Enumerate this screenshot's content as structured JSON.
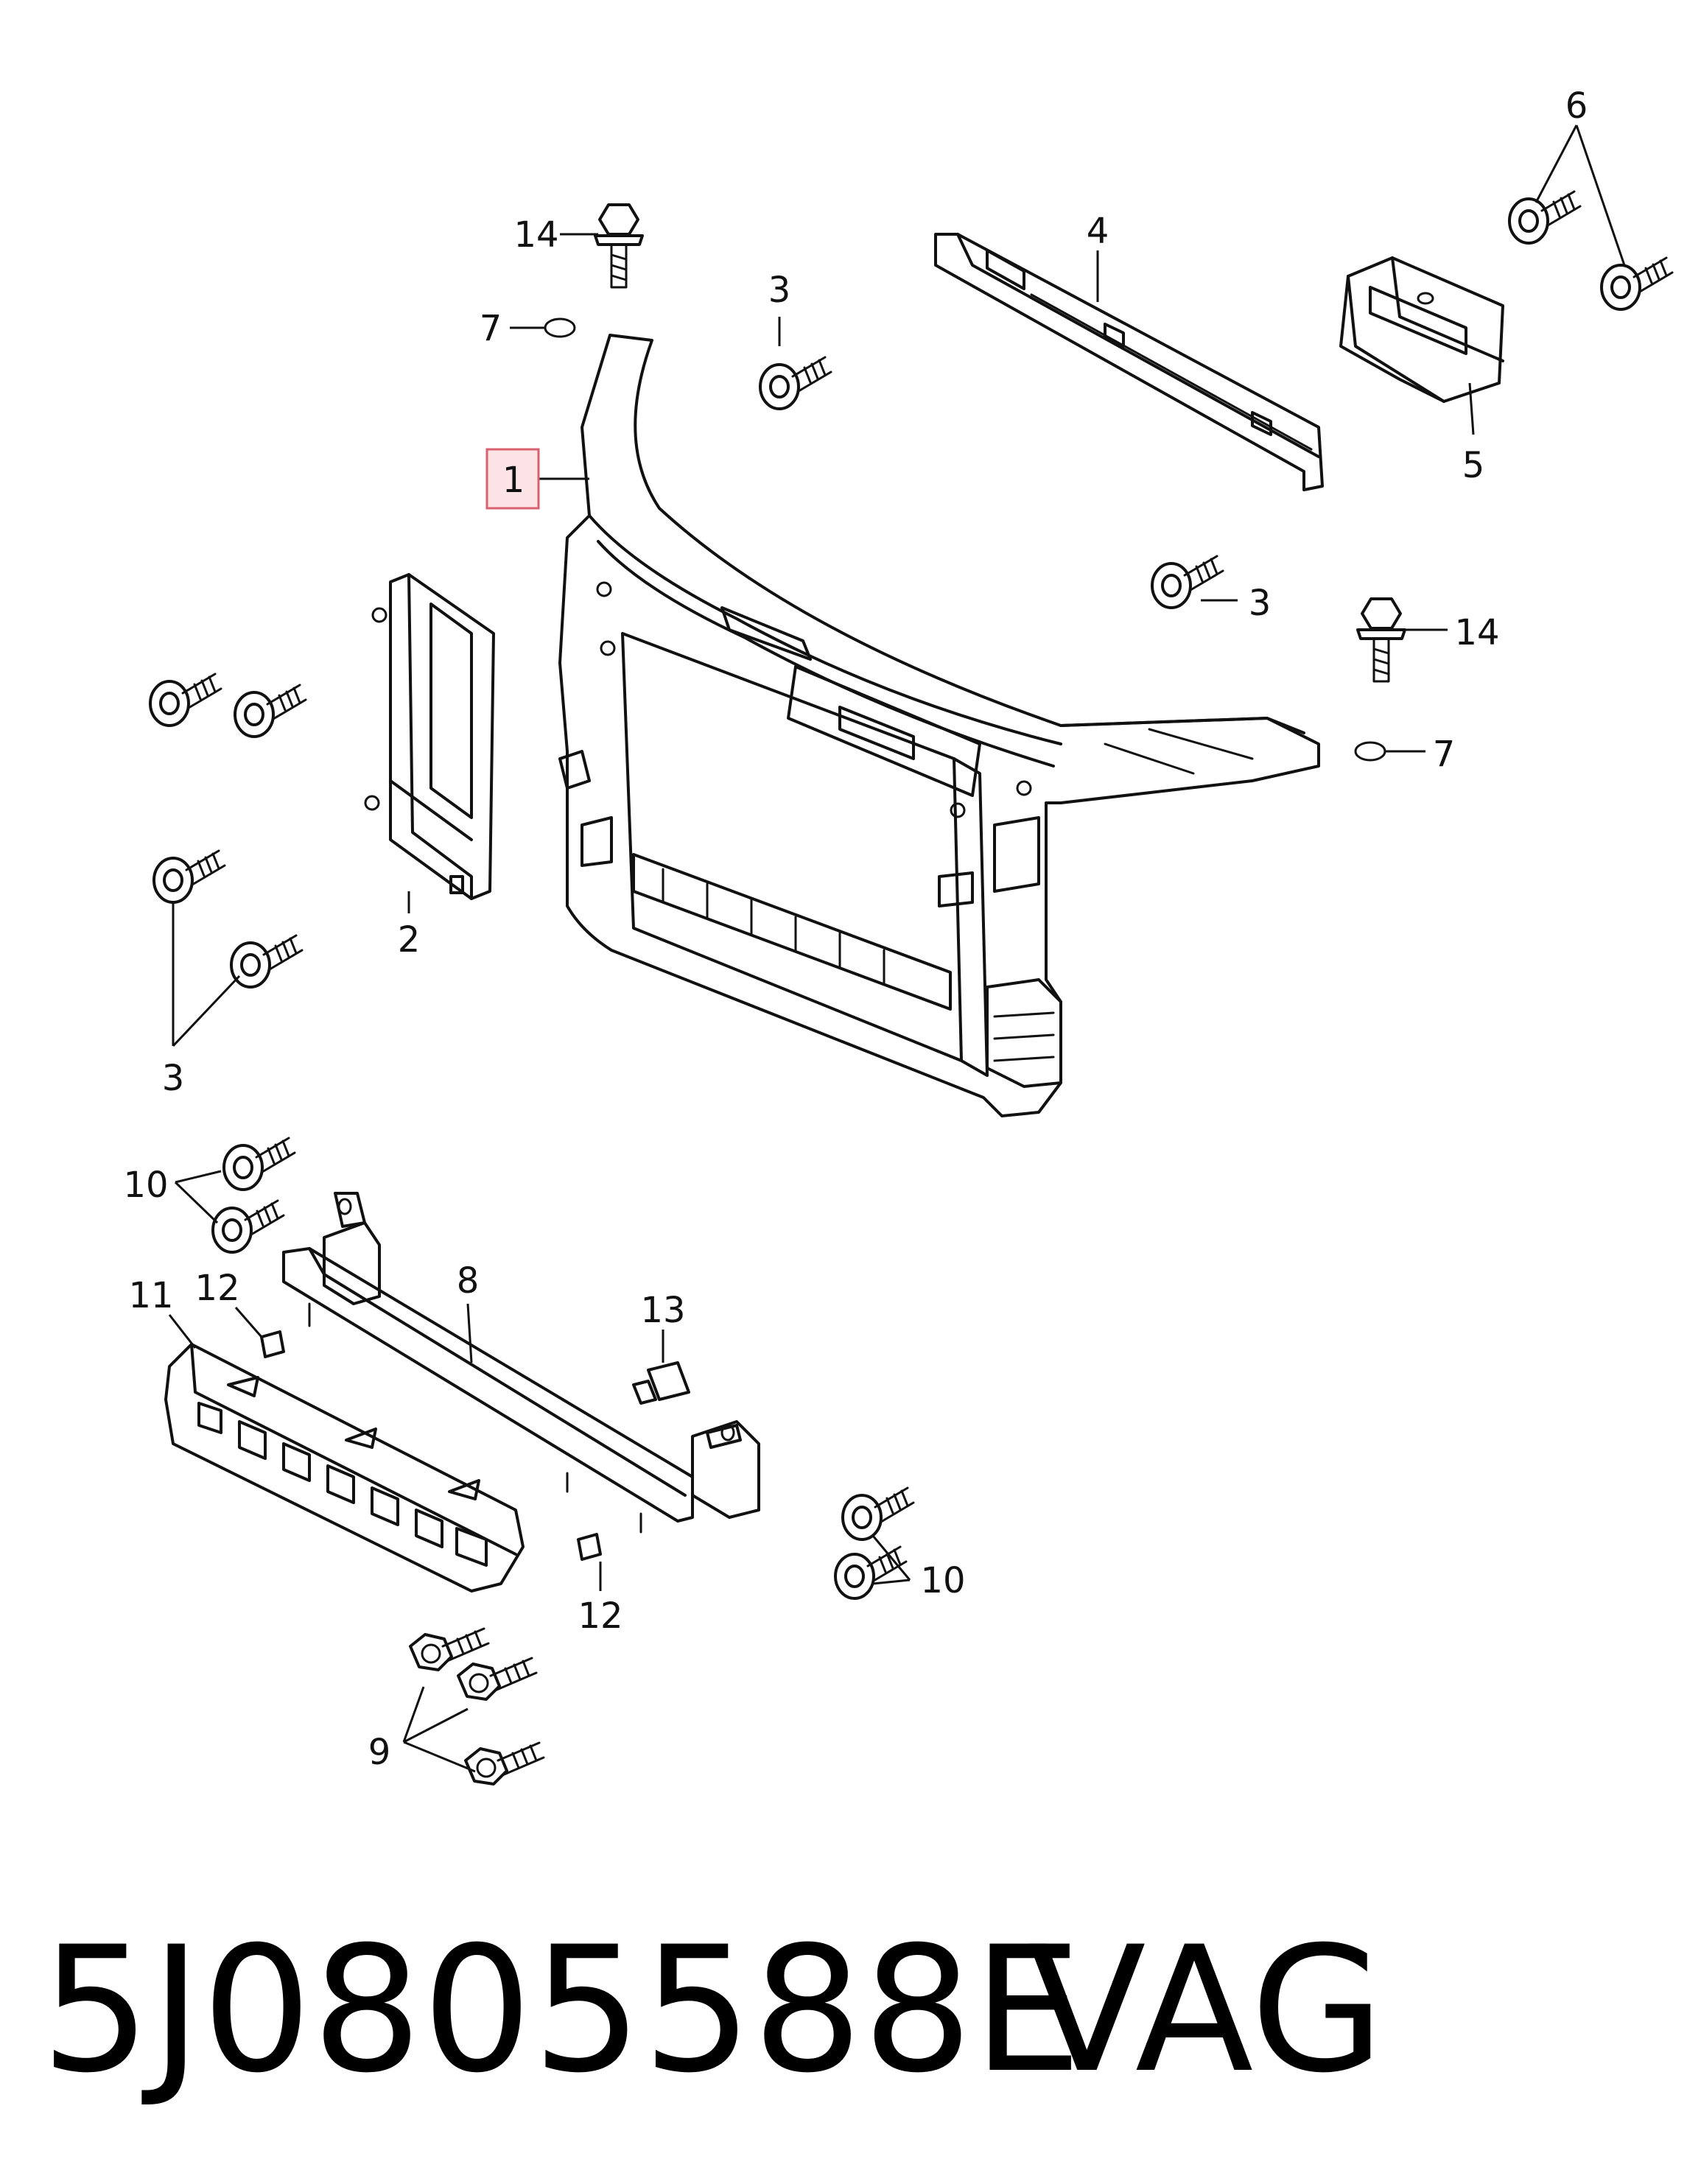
{
  "callouts": {
    "c1": "1",
    "c2": "2",
    "c3_top": "3",
    "c3_right": "3",
    "c3_left": "3",
    "c4": "4",
    "c5": "5",
    "c6": "6",
    "c7_top": "7",
    "c7_right": "7",
    "c8": "8",
    "c9": "9",
    "c10_left": "10",
    "c10_right": "10",
    "c11": "11",
    "c12_top": "12",
    "c12_bottom": "12",
    "c13": "13",
    "c14_top": "14",
    "c14_right": "14"
  },
  "highlight_color": "#fbe3e6",
  "footer": {
    "part_number": "5J0805588E",
    "brand": "VAG"
  }
}
